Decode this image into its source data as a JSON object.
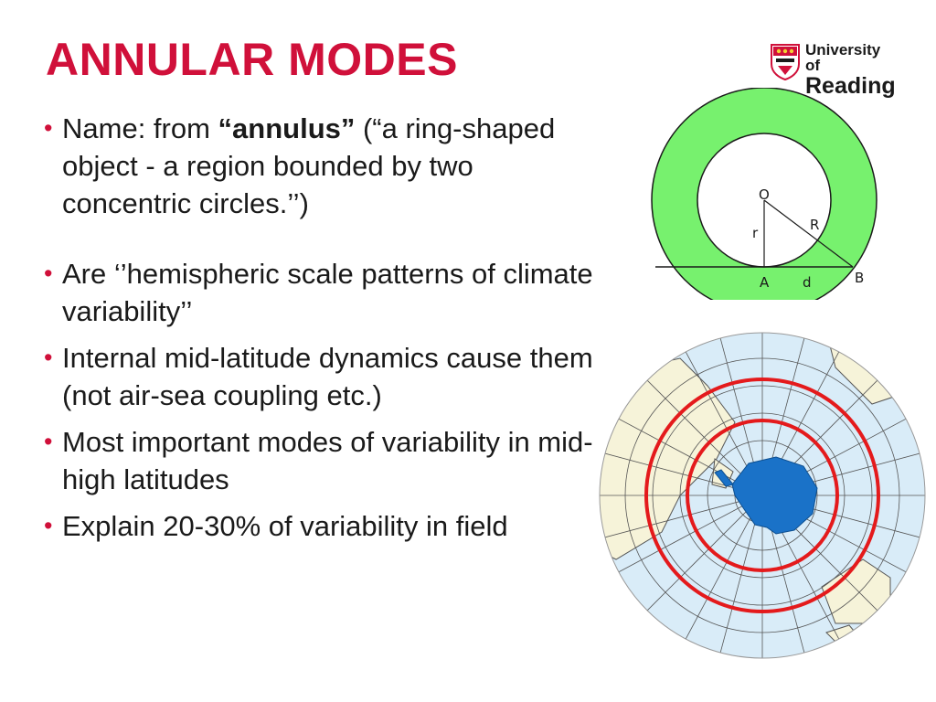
{
  "slide": {
    "title": "ANNULAR MODES",
    "logo": {
      "line1": "University of",
      "line2": "Reading"
    },
    "bullets": [
      {
        "pre": "Name: from ",
        "bold": "“annulus”",
        "post": " (“a ring-shaped object - a region bounded by two concentric circles.’’)"
      },
      {
        "text": "Are ‘’hemispheric scale patterns of climate variability’’"
      },
      {
        "text": "Internal mid-latitude dynamics cause them (not air-sea coupling etc.)"
      },
      {
        "text": "Most important modes of variability in mid-high latitudes"
      },
      {
        "text": "Explain 20-30% of variability in field"
      }
    ]
  },
  "annulus_diagram": {
    "labels": {
      "center": "O",
      "inner_radius": "r",
      "outer_radius": "R",
      "point_a": "A",
      "segment": "d",
      "point_b": "B"
    },
    "colors": {
      "ring": "#77f16e",
      "outline": "#1a1a1a"
    }
  },
  "polar_map": {
    "colors": {
      "ocean": "#d9ecf8",
      "land": "#f6f3d9",
      "antarctica": "#1a72c8",
      "circles": "#e41a1c",
      "grid": "#555555"
    }
  },
  "colors": {
    "title": "#d0103a",
    "bullet": "#d0103a",
    "text": "#1a1a1a"
  }
}
